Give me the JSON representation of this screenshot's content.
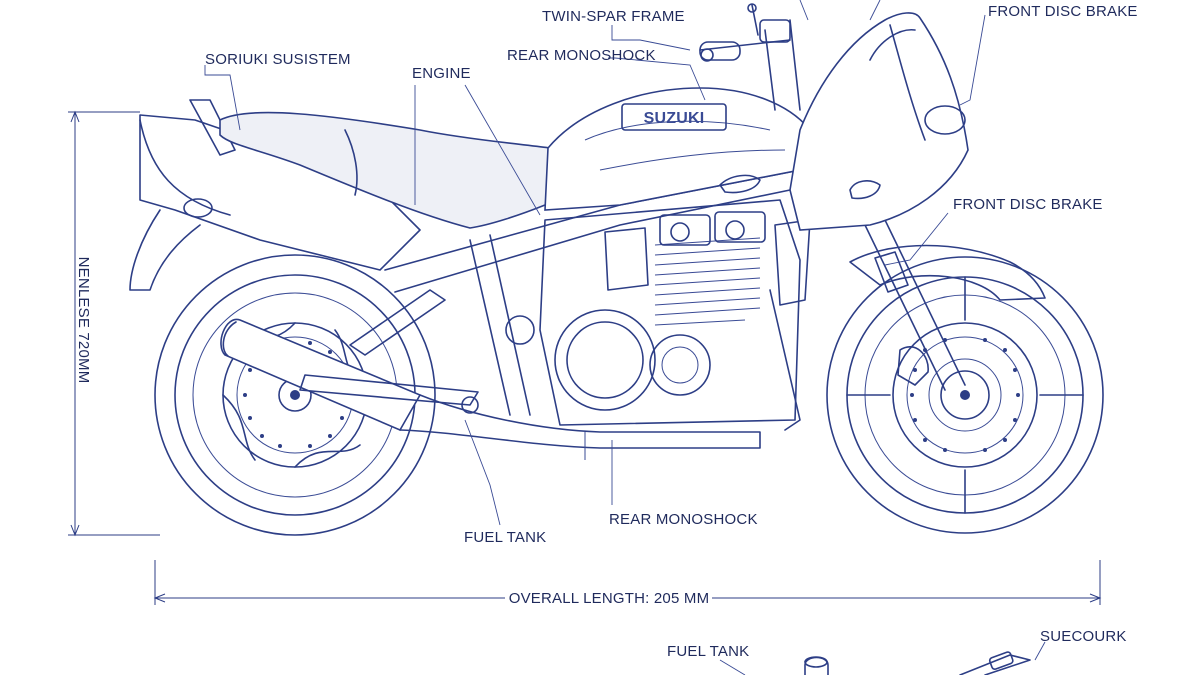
{
  "labels": {
    "twin_spar_frame": "TWIN-SPAR FRAME",
    "front_disc_brake_top": "FRONT DISC BRAKE",
    "suspension_system": "SORIUKI SUSISTEM",
    "rear_monoshock_top": "REAR MONOSHOCK",
    "engine": "ENGINE",
    "tank_badge": "SUZUKI",
    "front_disc_brake_mid": "FRONT DISC BRAKE",
    "wheelbase_dimension": "NENLESE 720MM",
    "fuel_tank_mid": "FUEL TANK",
    "rear_monoshock_bottom": "REAR MONOSHOCK",
    "overall_length": "OVERALL LENGTH: 205 MM",
    "fuel_tank_bottom": "FUEL TANK",
    "suecourk": "SUECOURK"
  },
  "colors": {
    "ink": "#2d3e86",
    "label": "#1f2a5c",
    "background": "#ffffff"
  }
}
